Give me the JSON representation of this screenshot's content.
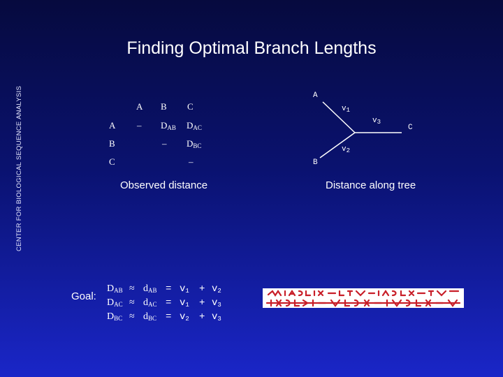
{
  "side_label": "CENTER FOR BIOLOGICAL SEQUENCE ANALYSIS",
  "title": "Finding Optimal Branch Lengths",
  "matrix": {
    "col_headers": [
      "A",
      "B",
      "C"
    ],
    "rows": [
      {
        "label": "A",
        "cells": [
          "–",
          "D",
          "D"
        ],
        "subs": [
          "",
          "AB",
          "AC"
        ]
      },
      {
        "label": "B",
        "cells": [
          "",
          "–",
          "D"
        ],
        "subs": [
          "",
          "",
          "BC"
        ]
      },
      {
        "label": "C",
        "cells": [
          "",
          "",
          "–"
        ],
        "subs": [
          "",
          "",
          ""
        ]
      }
    ],
    "caption": "Observed distance"
  },
  "tree": {
    "leaf_a": "A",
    "leaf_b": "B",
    "leaf_c": "C",
    "branch_v1": "v",
    "branch_v1_sub": "1",
    "branch_v2": "v",
    "branch_v2_sub": "2",
    "branch_v3": "v",
    "branch_v3_sub": "3",
    "caption": "Distance along tree"
  },
  "goal": {
    "label": "Goal:",
    "lines": [
      {
        "D": "D",
        "Dsub": "AB",
        "approx": "≈",
        "d": "d",
        "dsub": "AB",
        "eq": "=",
        "t1": "v",
        "t1sub": "1",
        "plus": "+",
        "t2": "v",
        "t2sub": "2"
      },
      {
        "D": "D",
        "Dsub": "AC",
        "approx": "≈",
        "d": "d",
        "dsub": "AC",
        "eq": "=",
        "t1": "v",
        "t1sub": "1",
        "plus": "+",
        "t2": "v",
        "t2sub": "3"
      },
      {
        "D": "D",
        "Dsub": "BC",
        "approx": "≈",
        "d": "d",
        "dsub": "BC",
        "eq": "=",
        "t1": "v",
        "t1sub": "2",
        "plus": "+",
        "t2": "v",
        "t2sub": "3"
      }
    ]
  },
  "colors": {
    "background_top": "#060a3e",
    "background_bottom": "#1a26c8",
    "text": "#ffffff",
    "stamp_red": "#c81e28"
  }
}
